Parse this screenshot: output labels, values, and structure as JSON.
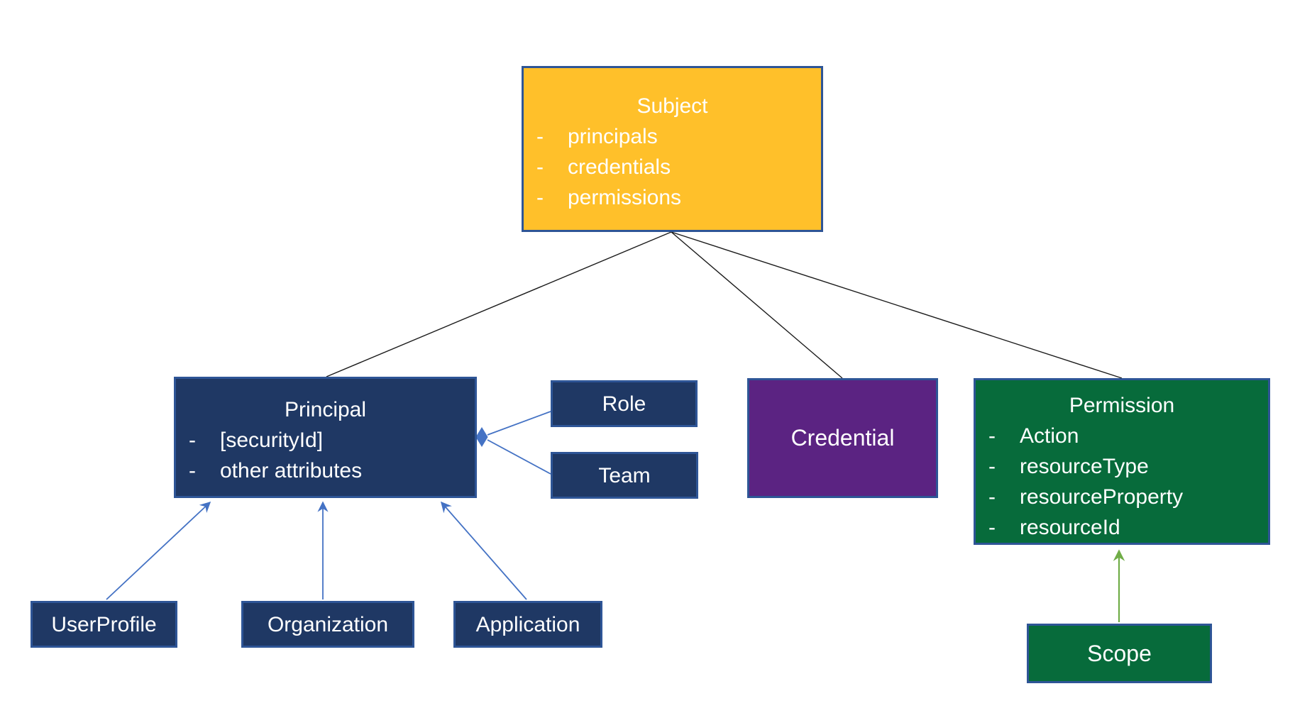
{
  "bullet": "-",
  "nodes": {
    "subject": {
      "title": "Subject",
      "items": [
        "principals",
        "credentials",
        "permissions"
      ]
    },
    "principal": {
      "title": "Principal",
      "items": [
        "[securityId]",
        "other attributes"
      ]
    },
    "role": {
      "label": "Role"
    },
    "team": {
      "label": "Team"
    },
    "credential": {
      "label": "Credential"
    },
    "permission": {
      "title": "Permission",
      "items": [
        "Action",
        "resourceType",
        "resourceProperty",
        "resourceId"
      ]
    },
    "user_profile": {
      "label": "UserProfile"
    },
    "organization": {
      "label": "Organization"
    },
    "application": {
      "label": "Application"
    },
    "scope": {
      "label": "Scope"
    }
  },
  "edges": [
    {
      "from": "Subject",
      "to": "Principal",
      "style": "black-line"
    },
    {
      "from": "Subject",
      "to": "Credential",
      "style": "black-line"
    },
    {
      "from": "Subject",
      "to": "Permission",
      "style": "black-line"
    },
    {
      "from": "Role",
      "to": "Principal",
      "style": "blue-line-diamond"
    },
    {
      "from": "Team",
      "to": "Principal",
      "style": "blue-line-diamond"
    },
    {
      "from": "UserProfile",
      "to": "Principal",
      "style": "blue-arrow"
    },
    {
      "from": "Organization",
      "to": "Principal",
      "style": "blue-arrow"
    },
    {
      "from": "Application",
      "to": "Principal",
      "style": "blue-arrow"
    },
    {
      "from": "Scope",
      "to": "Permission",
      "style": "green-arrow"
    }
  ],
  "colors": {
    "subject_fill": "#FFC02A",
    "navy_fill": "#1F3864",
    "credential_fill": "#5B2382",
    "green_fill": "#076B3B",
    "box_border": "#2E5596",
    "blue_connector": "#4472C4",
    "green_connector": "#70AD47",
    "black_connector": "#1B1B1B",
    "text_color": "#FFFFFF",
    "canvas_bg": "#FFFFFF"
  }
}
